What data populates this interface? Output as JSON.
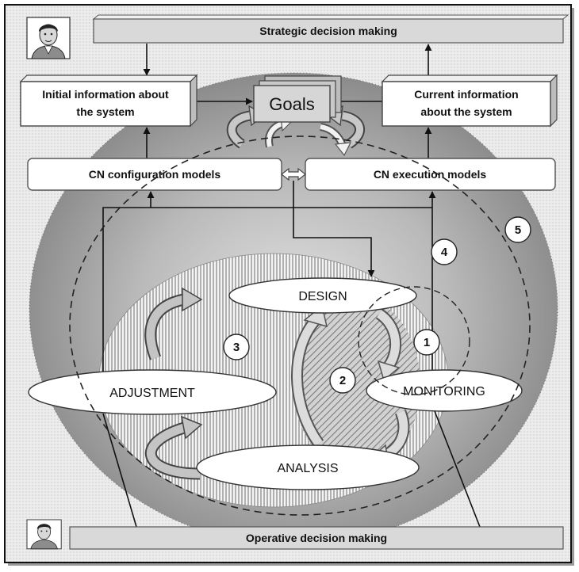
{
  "strategic_banner": "Strategic decision making",
  "operative_banner": "Operative decision making",
  "initial_info": {
    "line1": "Initial information about",
    "line2": "the system"
  },
  "current_info": {
    "line1": "Current information",
    "line2": "about the system"
  },
  "goals": "Goals",
  "cn_configuration": "CN configuration models",
  "cn_execution": "CN execution models",
  "phases": {
    "design": "DESIGN",
    "adjustment": "ADJUSTMENT",
    "monitoring": "MONITORING",
    "analysis": "ANALYSIS"
  },
  "loops": [
    "1",
    "2",
    "3",
    "4",
    "5"
  ],
  "icons": {
    "top_left": "manager-portrait-icon",
    "bottom_left": "manager-portrait-icon"
  },
  "colors": {
    "background": "#ececec",
    "outer_loop": "#8a8a8a",
    "boxes": "#d9d9d9",
    "phase_ellipses": "#ffffff",
    "lines": "#111111"
  }
}
